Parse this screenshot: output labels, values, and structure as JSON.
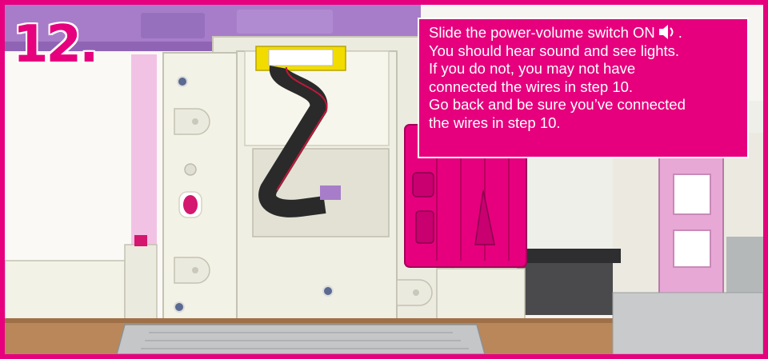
{
  "step": {
    "number": "12."
  },
  "instruction": {
    "line1_prefix": "Slide the power-volume switch ON",
    "line1_suffix": ".",
    "line2": "You should hear sound and see lights.",
    "line3": "If you do not, you may not have",
    "line4": "connected the wires in step 10.",
    "line5": "Go back and be sure you’ve connected",
    "line6": "the wires in step 10.",
    "icon": "speaker-volume-icon"
  },
  "colors": {
    "accent": "#e6007e",
    "frame_white": "#f3f2e6",
    "lavender": "#a77dc9",
    "ribbon_cable": "#2a2a2a",
    "connector": "#f2dc00",
    "floor": "#b9875a",
    "pink_panel": "#e8a8d6"
  }
}
